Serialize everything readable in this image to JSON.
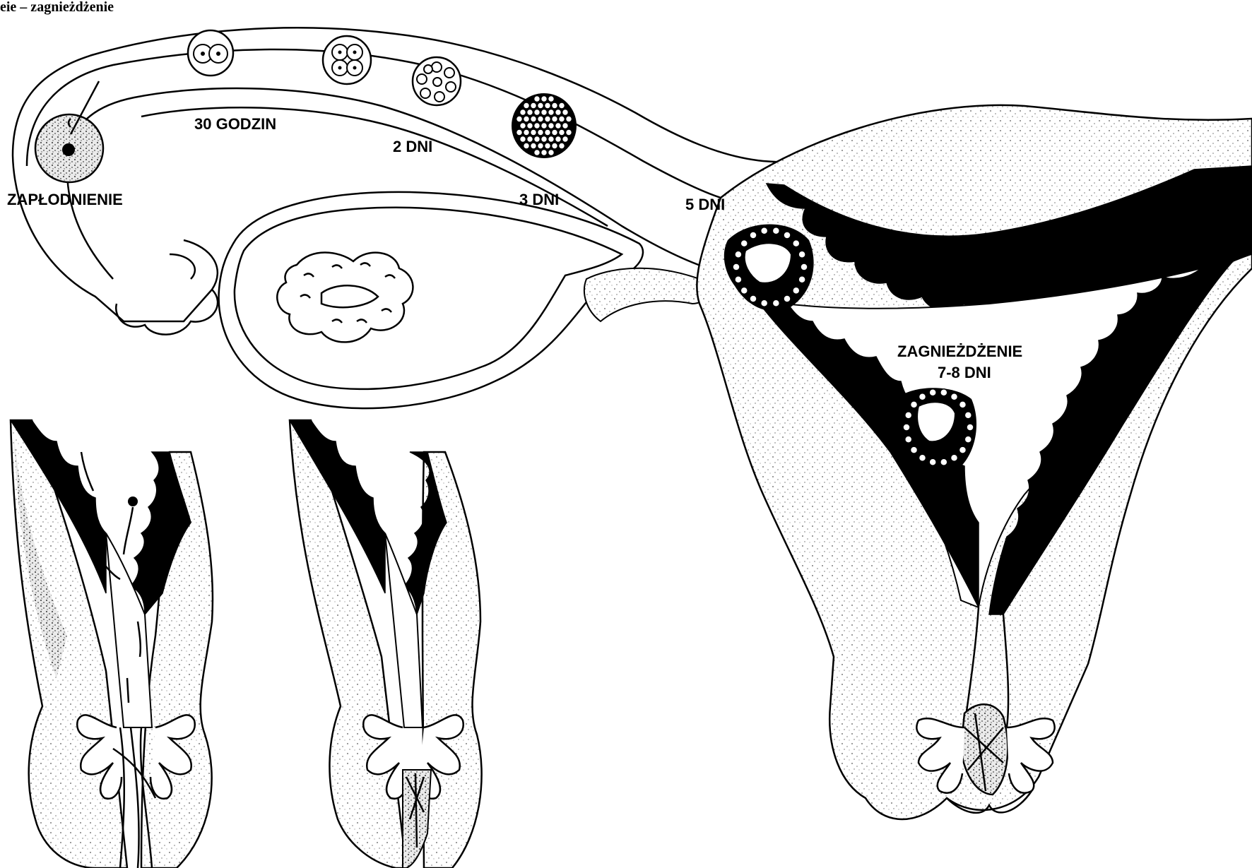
{
  "title": "eie – zagnieżdżenie",
  "labels": {
    "fertilization": "ZAPŁODNIENIE",
    "h30": "30 GODZIN",
    "d2": "2 DNI",
    "d3": "3 DNI",
    "d5": "5 DNI",
    "implantation": "ZAGNIEŻDŻENIE",
    "implantation_days": "7-8 DNI"
  },
  "colors": {
    "ink": "#000000",
    "paper": "#ffffff"
  }
}
